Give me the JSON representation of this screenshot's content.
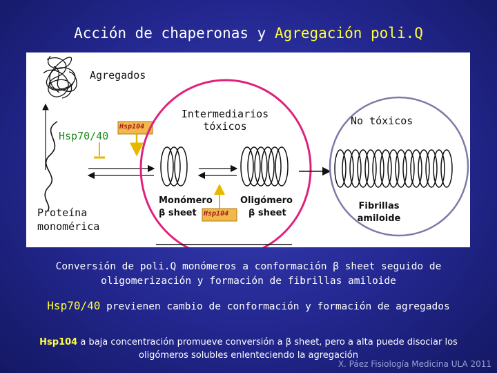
{
  "title": {
    "part1": "Acción de chaperonas y",
    "part2": "Agregación poli.Q"
  },
  "diagram": {
    "aggregates": "Agregados",
    "hsp70": "Hsp70/40",
    "hsp104": "Hsp104",
    "intermediates": "Intermediarios tóxicos",
    "non_toxic": "No tóxicos",
    "monomer_protein": "Proteína monomérica",
    "monomer_beta": "Monómero",
    "beta_sheet": "β sheet",
    "oligomer": "Oligómero",
    "fibrils": "Fibrillas amiloide",
    "question": "?"
  },
  "captions": {
    "line1": "Conversión de poli.Q monómeros a conformación β sheet seguido de oligomerización y formación de fibrillas amiloide",
    "line2_hsp": "Hsp70/40",
    "line2_rest": "previenen cambio de conformación y formación de agregados",
    "line3_hsp": "Hsp104",
    "line3_rest": "a baja concentración promueve conversión a β sheet, pero a alta puede disociar los oligómeros solubles enlenteciendo la agregación"
  },
  "signature": "X. Páez Fisiología Medicina ULA 2011"
}
